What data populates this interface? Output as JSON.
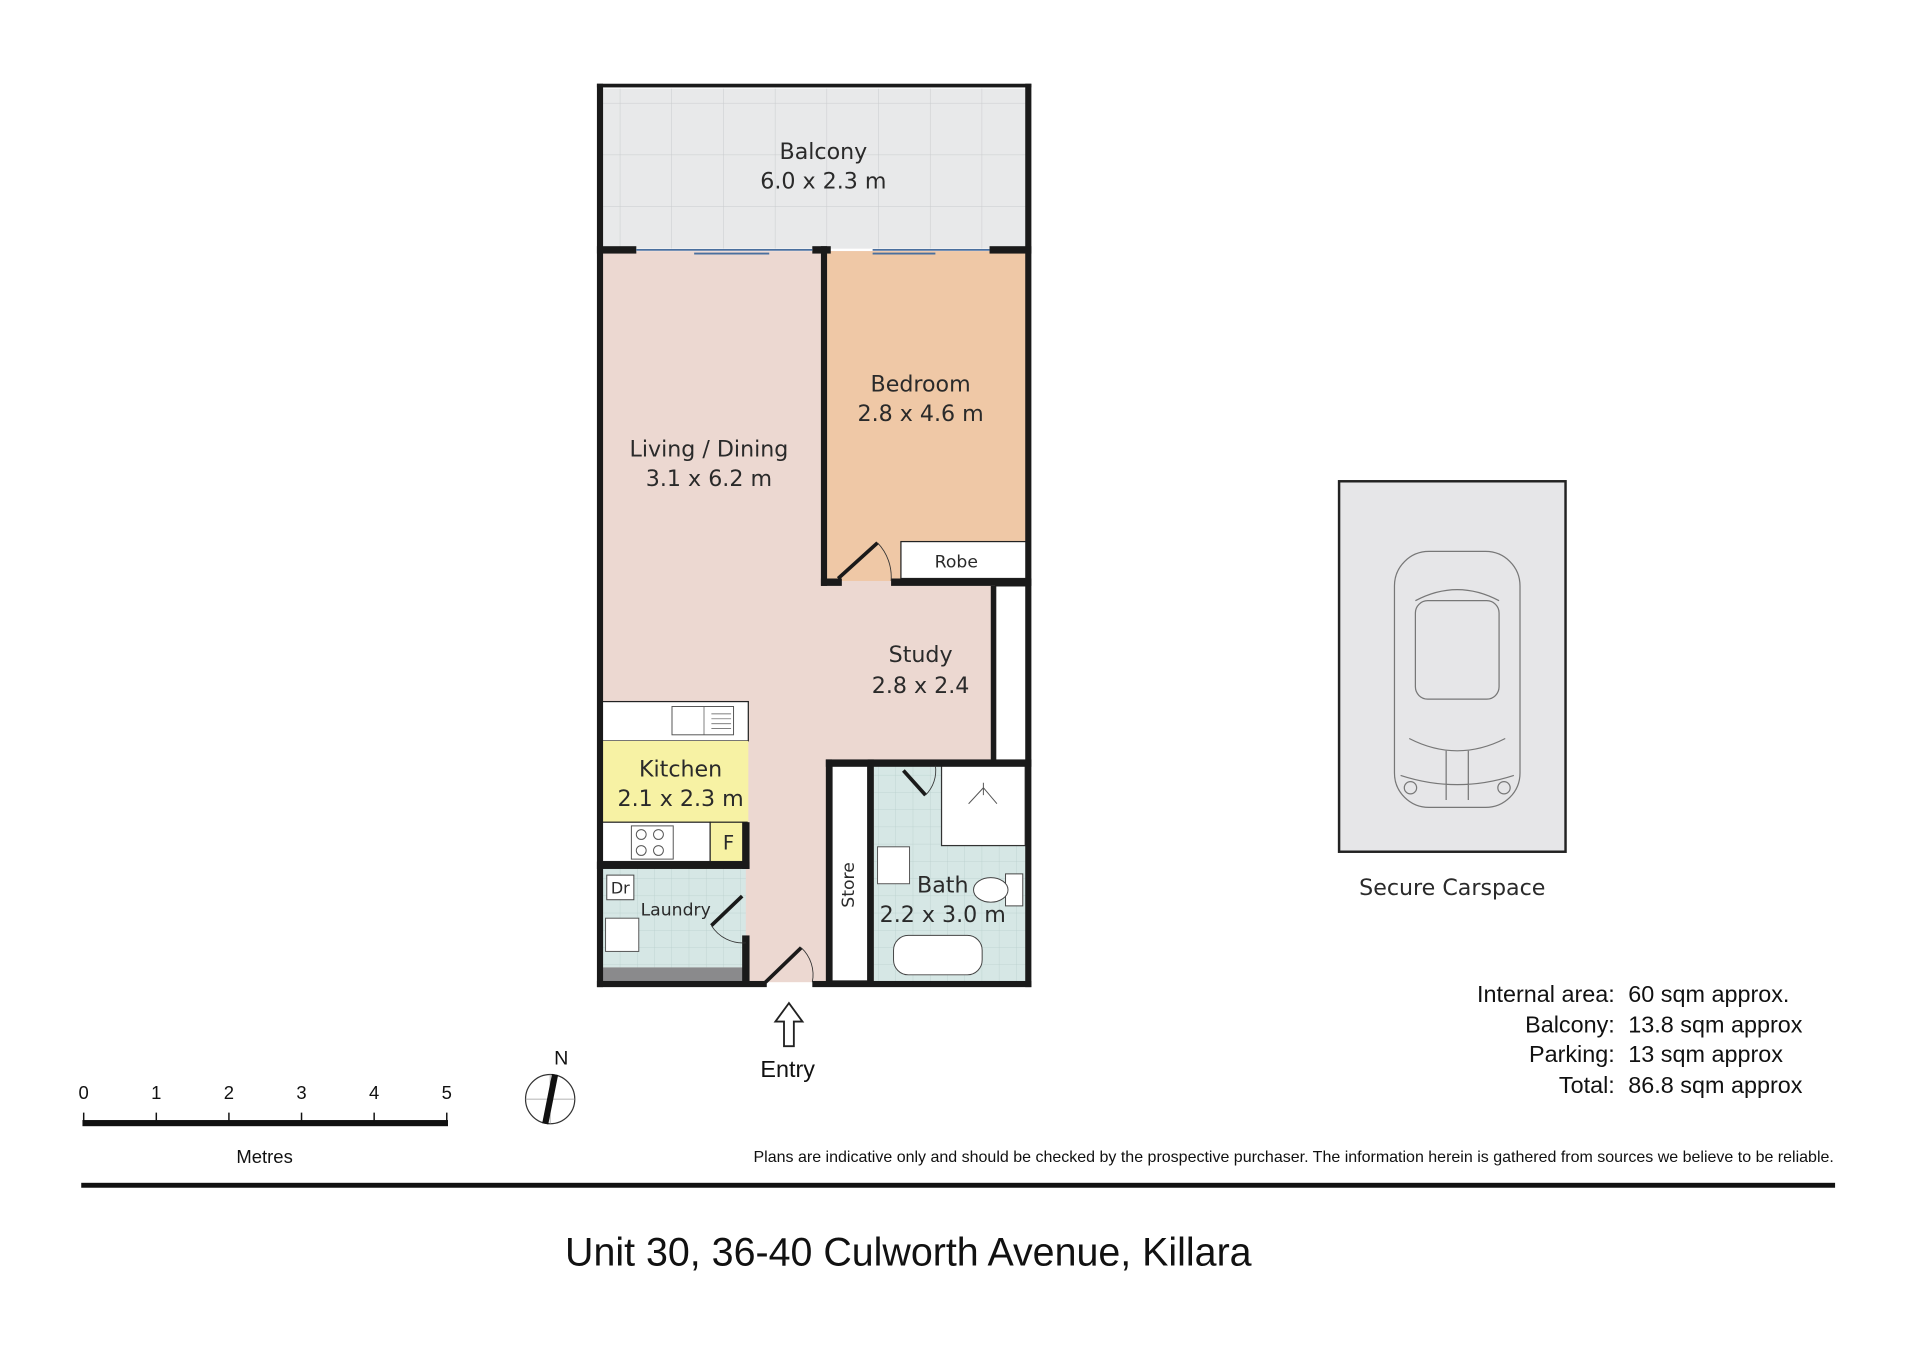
{
  "rooms": {
    "balcony": {
      "name": "Balcony",
      "size": "6.0 x 2.3 m"
    },
    "living": {
      "name": "Living / Dining",
      "size": "3.1 x 6.2 m"
    },
    "bedroom": {
      "name": "Bedroom",
      "size": "2.8 x 4.6 m"
    },
    "robe": {
      "name": "Robe"
    },
    "study": {
      "name": "Study",
      "size": "2.8 x 2.4"
    },
    "kitchen": {
      "name": "Kitchen",
      "size": "2.1 x 2.3 m"
    },
    "fridge": {
      "name": "F"
    },
    "laundry": {
      "name": "Laundry"
    },
    "dryer": {
      "name": "Dr"
    },
    "store": {
      "name": "Store"
    },
    "bath": {
      "name": "Bath",
      "size": "2.2 x 3.0 m"
    }
  },
  "entry": "Entry",
  "carspace": "Secure Carspace",
  "areas": [
    {
      "label": "Internal area:",
      "value": "60 sqm approx."
    },
    {
      "label": "Balcony:",
      "value": "13.8 sqm approx"
    },
    {
      "label": "Parking:",
      "value": "13 sqm approx"
    },
    {
      "label": "Total:",
      "value": "86.8 sqm approx"
    }
  ],
  "scale": {
    "ticks": [
      "0",
      "1",
      "2",
      "3",
      "4",
      "5"
    ],
    "unit": "Metres"
  },
  "compass": "N",
  "disclaimer": "Plans are indicative only and should be checked by the prospective purchaser. The information  herein is gathered from sources we believe to be reliable.",
  "address": "Unit 30, 36-40 Culworth Avenue, Killara",
  "colors": {
    "living": "#ecd8d1",
    "bedroom": "#efc8a6",
    "kitchen": "#f7f2a4",
    "wet": "#d6e7e5",
    "balcony": "#e8e9ea",
    "car": "#e6e6e8"
  }
}
